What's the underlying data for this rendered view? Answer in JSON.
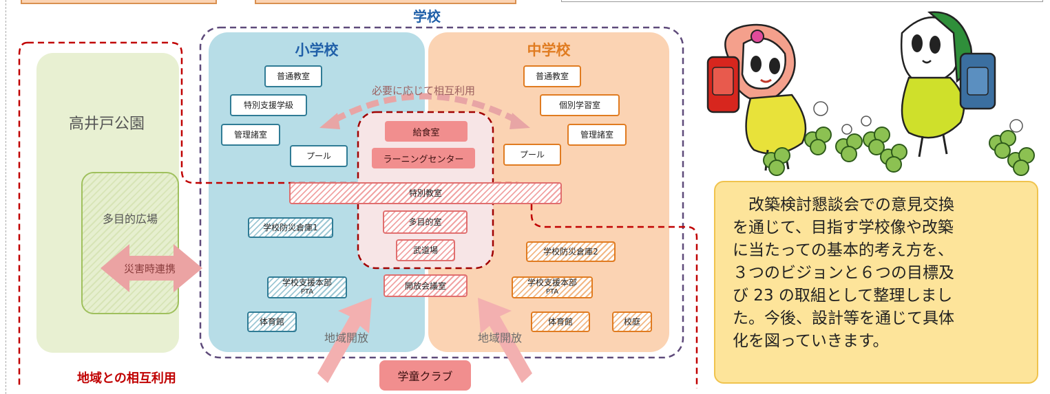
{
  "title": "学校",
  "elementary": {
    "title": "小学校",
    "rooms": [
      "普通教室",
      "特別支援学級",
      "管理諸室",
      "プール"
    ],
    "hatched": [
      "学校防災倉庫1",
      "体育館"
    ],
    "support_hq": [
      "学校支援本部",
      "PTA"
    ]
  },
  "middle": {
    "title": "中学校",
    "rooms": [
      "普通教室",
      "個別学習室",
      "管理諸室",
      "プール"
    ],
    "hatched": [
      "学校防災倉庫2",
      "体育館",
      "校庭"
    ],
    "support_hq": [
      "学校支援本部",
      "PTA"
    ]
  },
  "shared": {
    "label": "必要に応じて相互利用",
    "solid": [
      "給食室",
      "ラーニングセンター"
    ],
    "special": "特別教室",
    "hatched": [
      "多目的室",
      "武道場",
      "開放会議室"
    ],
    "club": "学童クラブ"
  },
  "park": {
    "title": "高井戸公園",
    "plaza": "多目的広場",
    "disaster": "災害時連携"
  },
  "community": {
    "opening_left": "地域開放",
    "opening_right": "地域開放",
    "mutual": "地域との相互利用"
  },
  "note": {
    "lines": [
      "　改築検討懇談会での意見交換",
      "を通じて、目指す学校像や改築",
      "に当たっての基本的考え方を、",
      "３つのビジョンと６つの目標及",
      "び 23 の取組として整理しまし",
      "た。今後、設計等を通じて具体",
      "化を図っていきます。"
    ]
  },
  "colors": {
    "elementary_bg": "#b7dde7",
    "middle_bg": "#fbd3b3",
    "park_bg": "#e8f0d2",
    "community_border": "#c00000",
    "school_border": "#5e4a7a",
    "title_blue": "#1f5fa8",
    "title_orange": "#e07b20"
  }
}
